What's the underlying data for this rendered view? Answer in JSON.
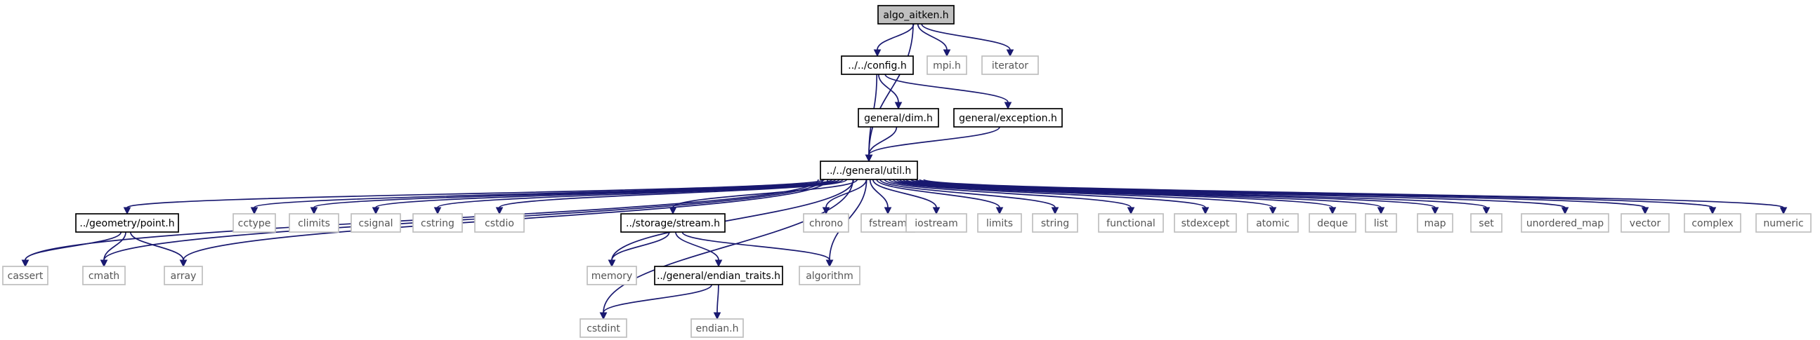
{
  "graph": {
    "colors": {
      "edge": "#191970",
      "root_fill": "#bfbfbf",
      "internal_border": "#000000",
      "external_border": "#bfbfbf",
      "external_text": "#555555"
    },
    "nodes": [
      {
        "id": "n0",
        "label": "algo_aitken.h",
        "kind": "root"
      },
      {
        "id": "n1",
        "label": "../../config.h",
        "kind": "internal"
      },
      {
        "id": "n2",
        "label": "mpi.h",
        "kind": "external"
      },
      {
        "id": "n3",
        "label": "iterator",
        "kind": "external"
      },
      {
        "id": "n4",
        "label": "general/dim.h",
        "kind": "internal"
      },
      {
        "id": "n5",
        "label": "general/exception.h",
        "kind": "internal"
      },
      {
        "id": "n6",
        "label": "../../general/util.h",
        "kind": "internal"
      },
      {
        "id": "n7",
        "label": "../geometry/point.h",
        "kind": "internal"
      },
      {
        "id": "n8",
        "label": "cctype",
        "kind": "external"
      },
      {
        "id": "n9",
        "label": "climits",
        "kind": "external"
      },
      {
        "id": "n10",
        "label": "csignal",
        "kind": "external"
      },
      {
        "id": "n11",
        "label": "cstring",
        "kind": "external"
      },
      {
        "id": "n12",
        "label": "cstdio",
        "kind": "external"
      },
      {
        "id": "n13",
        "label": "../storage/stream.h",
        "kind": "internal"
      },
      {
        "id": "n14",
        "label": "chrono",
        "kind": "external"
      },
      {
        "id": "n15",
        "label": "fstream",
        "kind": "external"
      },
      {
        "id": "n16",
        "label": "iostream",
        "kind": "external"
      },
      {
        "id": "n17",
        "label": "limits",
        "kind": "external"
      },
      {
        "id": "n18",
        "label": "string",
        "kind": "external"
      },
      {
        "id": "n19",
        "label": "functional",
        "kind": "external"
      },
      {
        "id": "n20",
        "label": "stdexcept",
        "kind": "external"
      },
      {
        "id": "n21",
        "label": "atomic",
        "kind": "external"
      },
      {
        "id": "n22",
        "label": "deque",
        "kind": "external"
      },
      {
        "id": "n23",
        "label": "list",
        "kind": "external"
      },
      {
        "id": "n24",
        "label": "map",
        "kind": "external"
      },
      {
        "id": "n25",
        "label": "set",
        "kind": "external"
      },
      {
        "id": "n26",
        "label": "unordered_map",
        "kind": "external"
      },
      {
        "id": "n27",
        "label": "vector",
        "kind": "external"
      },
      {
        "id": "n28",
        "label": "complex",
        "kind": "external"
      },
      {
        "id": "n29",
        "label": "numeric",
        "kind": "external"
      },
      {
        "id": "n30",
        "label": "cassert",
        "kind": "external"
      },
      {
        "id": "n31",
        "label": "cmath",
        "kind": "external"
      },
      {
        "id": "n32",
        "label": "array",
        "kind": "external"
      },
      {
        "id": "n33",
        "label": "memory",
        "kind": "external"
      },
      {
        "id": "n34",
        "label": "../general/endian_traits.h",
        "kind": "internal"
      },
      {
        "id": "n35",
        "label": "algorithm",
        "kind": "external"
      },
      {
        "id": "n36",
        "label": "cstdint",
        "kind": "external"
      },
      {
        "id": "n37",
        "label": "endian.h",
        "kind": "external"
      }
    ],
    "edges": [
      [
        "n0",
        "n1"
      ],
      [
        "n0",
        "n2"
      ],
      [
        "n0",
        "n3"
      ],
      [
        "n0",
        "n6"
      ],
      [
        "n1",
        "n4"
      ],
      [
        "n1",
        "n5"
      ],
      [
        "n1",
        "n6"
      ],
      [
        "n4",
        "n6"
      ],
      [
        "n5",
        "n6"
      ],
      [
        "n6",
        "n7"
      ],
      [
        "n6",
        "n8"
      ],
      [
        "n6",
        "n9"
      ],
      [
        "n6",
        "n10"
      ],
      [
        "n6",
        "n11"
      ],
      [
        "n6",
        "n12"
      ],
      [
        "n6",
        "n13"
      ],
      [
        "n6",
        "n14"
      ],
      [
        "n6",
        "n15"
      ],
      [
        "n6",
        "n16"
      ],
      [
        "n6",
        "n17"
      ],
      [
        "n6",
        "n18"
      ],
      [
        "n6",
        "n19"
      ],
      [
        "n6",
        "n20"
      ],
      [
        "n6",
        "n21"
      ],
      [
        "n6",
        "n22"
      ],
      [
        "n6",
        "n23"
      ],
      [
        "n6",
        "n24"
      ],
      [
        "n6",
        "n25"
      ],
      [
        "n6",
        "n26"
      ],
      [
        "n6",
        "n27"
      ],
      [
        "n6",
        "n28"
      ],
      [
        "n6",
        "n29"
      ],
      [
        "n6",
        "n30"
      ],
      [
        "n6",
        "n31"
      ],
      [
        "n6",
        "n32"
      ],
      [
        "n6",
        "n33"
      ],
      [
        "n6",
        "n35"
      ],
      [
        "n6",
        "n36"
      ],
      [
        "n7",
        "n30"
      ],
      [
        "n7",
        "n31"
      ],
      [
        "n7",
        "n32"
      ],
      [
        "n13",
        "n33"
      ],
      [
        "n13",
        "n34"
      ],
      [
        "n13",
        "n35"
      ],
      [
        "n34",
        "n36"
      ],
      [
        "n34",
        "n37"
      ]
    ]
  }
}
